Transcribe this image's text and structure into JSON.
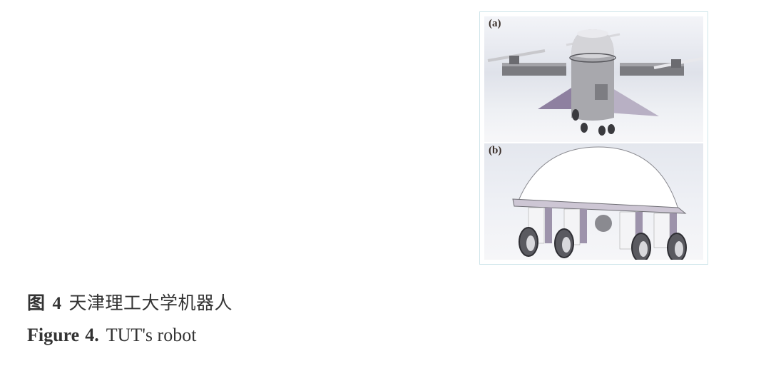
{
  "figure": {
    "panels": [
      {
        "label": "(a)",
        "description": "quadrotor drone robot with cylindrical body and wheels"
      },
      {
        "label": "(b)",
        "description": "wheeled ground robot with dome cover"
      }
    ],
    "border_color": "#cfe5ea"
  },
  "caption": {
    "cn_label": "图",
    "cn_number": "4",
    "cn_text": "天津理工大学机器人",
    "en_label": "Figure",
    "en_number": "4.",
    "en_text": "TUT's robot"
  }
}
